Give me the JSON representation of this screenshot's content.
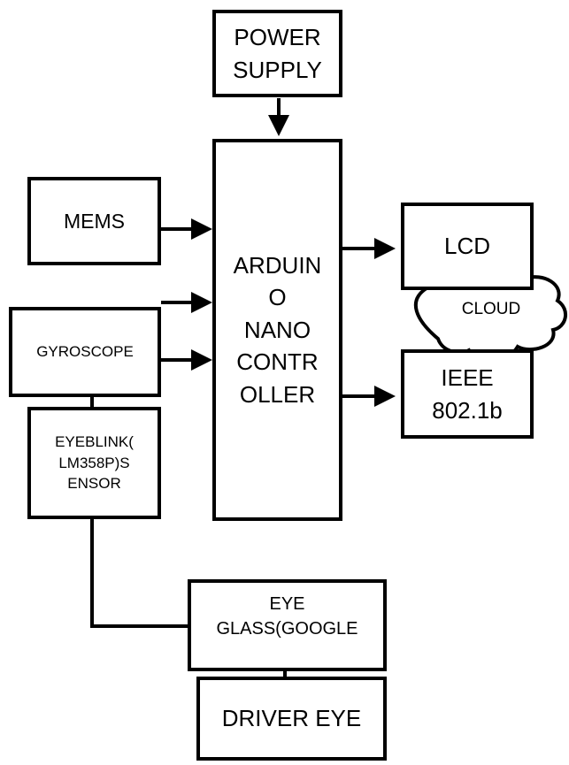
{
  "blocks": {
    "power_supply": [
      "POWER",
      "SUPPLY"
    ],
    "mems": "MEMS",
    "gyroscope": "GYROSCOPE",
    "eyeblink": [
      "EYEBLINK(",
      "LM358P)S",
      "ENSOR"
    ],
    "controller": [
      "ARDUIN",
      "O",
      "NANO",
      "CONTR",
      "OLLER"
    ],
    "lcd": "LCD",
    "ieee": [
      "IEEE",
      "802.1b"
    ],
    "cloud": "CLOUD",
    "eye_glass": [
      "EYE",
      "GLASS(GOOGLE"
    ],
    "driver_eye": "DRIVER EYE"
  }
}
